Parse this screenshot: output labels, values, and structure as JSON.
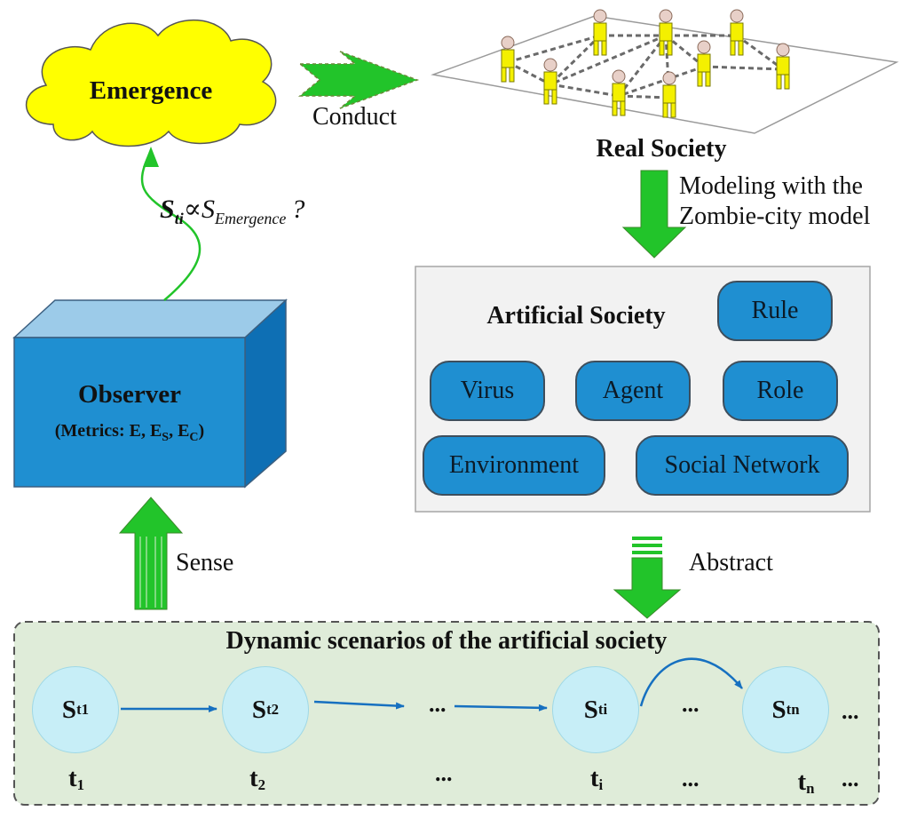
{
  "emergence": {
    "label": "Emergence"
  },
  "conduct": {
    "label": "Conduct"
  },
  "real_society": {
    "label": "Real Society"
  },
  "modeling": {
    "line1": "Modeling with the",
    "line2": "Zombie-city model"
  },
  "formula": {
    "s": "S",
    "ti": "ti",
    "prop": "∝",
    "s2": "S",
    "emergence_sub": "Emergence",
    "q": "?"
  },
  "observer": {
    "title": "Observer",
    "metrics_prefix": "(Metrics: E, E",
    "sub_s": "S",
    "mid": ", E",
    "sub_c": "C",
    "suffix": ")"
  },
  "sense": {
    "label": "Sense"
  },
  "abstract": {
    "label": "Abstract"
  },
  "artificial_society": {
    "title": "Artificial Society",
    "components": [
      "Rule",
      "Virus",
      "Agent",
      "Role",
      "Environment",
      "Social Network"
    ]
  },
  "scenarios": {
    "title": "Dynamic scenarios of the artificial society",
    "states": [
      {
        "main": "S",
        "sub": "t1"
      },
      {
        "main": "S",
        "sub": "t2"
      },
      {
        "main": "S",
        "sub": "ti"
      },
      {
        "main": "S",
        "sub": "tn"
      }
    ],
    "times": [
      {
        "main": "t",
        "sub": "1"
      },
      {
        "main": "t",
        "sub": "2"
      },
      {
        "main": "t",
        "sub": "i"
      },
      {
        "main": "t",
        "sub": "n"
      }
    ],
    "ellipsis": "..."
  },
  "colors": {
    "emergence_fill": "#ffff00",
    "green_arrow": "#22c42a",
    "box_blue": "#1f8fd1",
    "box_dark_blue": "#0e6fb4",
    "box_top": "#9ccbe9",
    "agent_yellow": "#f4f000",
    "state_fill": "#c7eef7",
    "scenario_fill": "#dfecd9",
    "artificial_fill": "#f2f2f2",
    "flow_arrow": "#1670c0"
  }
}
